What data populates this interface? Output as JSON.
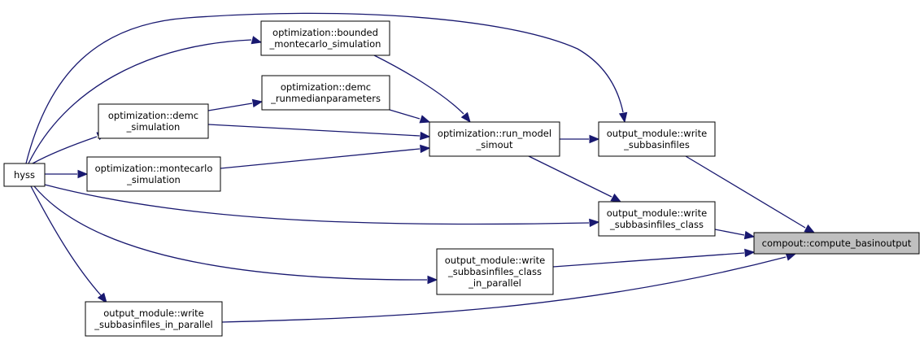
{
  "graph": {
    "title": "",
    "colors": {
      "edge": "#191970",
      "node_fill": "#ffffff",
      "node_stroke": "#000000",
      "highlight_fill": "#bfbfbf"
    },
    "nodes": [
      {
        "id": "hyss",
        "lines": [
          "hyss"
        ]
      },
      {
        "id": "bounded",
        "lines": [
          "optimization::bounded",
          "_montecarlo_simulation"
        ]
      },
      {
        "id": "demc_run",
        "lines": [
          "optimization::demc",
          "_runmedianparameters"
        ]
      },
      {
        "id": "demc_sim",
        "lines": [
          "optimization::demc",
          "_simulation"
        ]
      },
      {
        "id": "mc_sim",
        "lines": [
          "optimization::montecarlo",
          "_simulation"
        ]
      },
      {
        "id": "run_model",
        "lines": [
          "optimization::run_model",
          "_simout"
        ]
      },
      {
        "id": "write_sub",
        "lines": [
          "output_module::write",
          "_subbasinfiles"
        ]
      },
      {
        "id": "write_class",
        "lines": [
          "output_module::write",
          "_subbasinfiles_class"
        ]
      },
      {
        "id": "write_class_par",
        "lines": [
          "output_module::write",
          "_subbasinfiles_class",
          "_in_parallel"
        ]
      },
      {
        "id": "write_par",
        "lines": [
          "output_module::write",
          "_subbasinfiles_in_parallel"
        ]
      },
      {
        "id": "compute",
        "lines": [
          "compout::compute_basinoutput"
        ],
        "highlight": true
      }
    ],
    "edges": [
      {
        "from": "hyss",
        "to": "bounded"
      },
      {
        "from": "hyss",
        "to": "demc_sim"
      },
      {
        "from": "hyss",
        "to": "mc_sim"
      },
      {
        "from": "hyss",
        "to": "write_sub"
      },
      {
        "from": "hyss",
        "to": "write_class"
      },
      {
        "from": "hyss",
        "to": "write_class_par"
      },
      {
        "from": "hyss",
        "to": "write_par"
      },
      {
        "from": "bounded",
        "to": "run_model"
      },
      {
        "from": "demc_sim",
        "to": "demc_run"
      },
      {
        "from": "demc_sim",
        "to": "run_model"
      },
      {
        "from": "demc_run",
        "to": "run_model"
      },
      {
        "from": "mc_sim",
        "to": "run_model"
      },
      {
        "from": "run_model",
        "to": "write_sub"
      },
      {
        "from": "run_model",
        "to": "write_class"
      },
      {
        "from": "write_sub",
        "to": "compute"
      },
      {
        "from": "write_class",
        "to": "compute"
      },
      {
        "from": "write_class_par",
        "to": "compute"
      },
      {
        "from": "write_par",
        "to": "compute"
      }
    ]
  }
}
